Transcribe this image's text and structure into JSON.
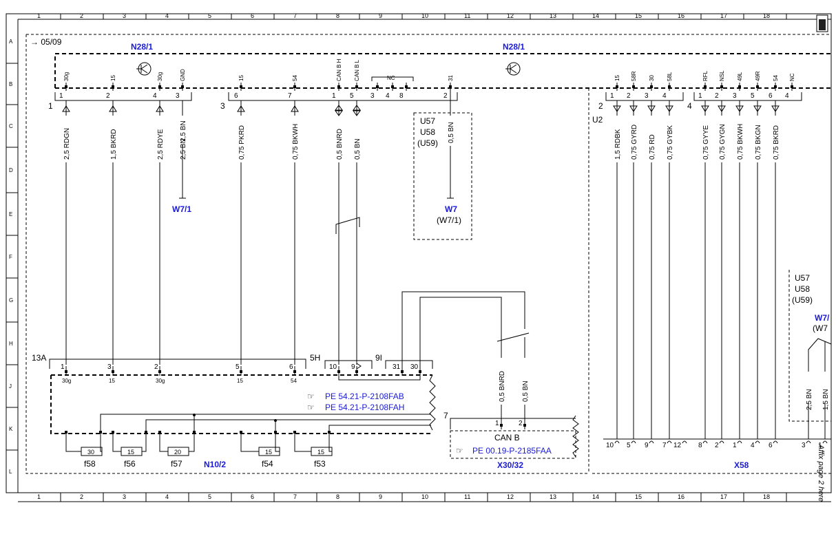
{
  "grid": {
    "columns": [
      "1",
      "2",
      "3",
      "4",
      "5",
      "6",
      "7",
      "8",
      "9",
      "10",
      "11",
      "12",
      "13",
      "14",
      "15",
      "16",
      "17",
      "18"
    ],
    "rows": [
      "A",
      "B",
      "C",
      "D",
      "E",
      "F",
      "G",
      "H",
      "J",
      "K",
      "L"
    ]
  },
  "reference": "05/09",
  "modules": {
    "left": "N28/1",
    "right": "N28/1",
    "fuse_box": "N10/2",
    "can_block": "X30/32",
    "connector_block": "X58",
    "u2": "U2"
  },
  "connectors": {
    "c1": "1",
    "c3": "3",
    "c2": "2",
    "c4": "4",
    "c13a": "13A",
    "c5h": "5H",
    "c9i": "9I",
    "c7": "7"
  },
  "variant_box_1": [
    "U57",
    "U58",
    "(U59)"
  ],
  "variant_box_2": [
    "U57",
    "U58",
    "(U59)"
  ],
  "ground_refs": {
    "left": "W7/1",
    "center_top": "W7",
    "center_bottom": "(W7/1)",
    "right_top": "W7/",
    "right_bottom": "(W7"
  },
  "pins_left": [
    {
      "num": "1",
      "label": "30g",
      "wire": "2,5 RDGN"
    },
    {
      "num": "2",
      "label": "15",
      "wire": "1,5 BKRD"
    },
    {
      "num": "4",
      "label": "30g",
      "wire": "2,5 RDYE"
    },
    {
      "num": "3",
      "label": "GND",
      "wire": "2,5 BN"
    }
  ],
  "pins_mid": [
    {
      "num": "6",
      "label": "15",
      "wire": "0,75 PKRD"
    },
    {
      "num": "7",
      "label": "54",
      "wire": "0,75 BKWH"
    },
    {
      "num": "1",
      "label": "CAN B H",
      "wire": "0,5 BNRD"
    },
    {
      "num": "5",
      "label": "CAN B L",
      "wire": "0,5 BN"
    },
    {
      "num": "3",
      "label": ""
    },
    {
      "num": "4",
      "label": ""
    },
    {
      "num": "8",
      "label": ""
    },
    {
      "num": "2",
      "label": "31",
      "wire": "0,5 BN"
    }
  ],
  "nc_label": "NC",
  "pins_right2": [
    {
      "num": "1",
      "label": "15",
      "wire": "1,5 RDBK"
    },
    {
      "num": "2",
      "label": "58R",
      "wire": "0,75 GYRD"
    },
    {
      "num": "3",
      "label": "30",
      "wire": "0,75 RD"
    },
    {
      "num": "4",
      "label": "58L",
      "wire": "0,75 GYBK"
    }
  ],
  "pins_right4": [
    {
      "num": "1",
      "label": "RFL",
      "wire": "0,75 GYYE"
    },
    {
      "num": "2",
      "label": "NSL",
      "wire": "0,75 GYGN"
    },
    {
      "num": "3",
      "label": "49L",
      "wire": "0,75 BKWH"
    },
    {
      "num": "5",
      "label": "49R",
      "wire": "0,75 BKGN"
    },
    {
      "num": "6",
      "label": "54",
      "wire": "0,75 BKRD"
    },
    {
      "num": "4",
      "label": "NC"
    }
  ],
  "fusebox_pins": [
    {
      "num": "1",
      "label": "30g"
    },
    {
      "num": "3",
      "label": "15"
    },
    {
      "num": "2",
      "label": "30g"
    },
    {
      "num": "5",
      "label": "15"
    },
    {
      "num": "6",
      "label": "54"
    },
    {
      "num": "10",
      "label": ""
    },
    {
      "num": "9",
      "label": ""
    },
    {
      "num": "31",
      "label": ""
    },
    {
      "num": "30",
      "label": ""
    }
  ],
  "fuses": [
    {
      "name": "f58",
      "rating": "30"
    },
    {
      "name": "f56",
      "rating": "15"
    },
    {
      "name": "f57",
      "rating": "20"
    },
    {
      "name": "f54",
      "rating": "15"
    },
    {
      "name": "f53",
      "rating": "15"
    }
  ],
  "can_wires": [
    "0,5 BNRD",
    "0,5 BN"
  ],
  "can_pins": [
    "1",
    "2"
  ],
  "can_label": "CAN B",
  "refs": {
    "pe1": "PE 54.21-P-2108FAB",
    "pe2": "PE 54.21-P-2108FAH",
    "pe3": "PE 00.19-P-2185FAA"
  },
  "x58_pins": [
    "10",
    "5",
    "9",
    "7",
    "12",
    "8",
    "2",
    "1",
    "4",
    "6",
    "3",
    "1"
  ],
  "right_wires": [
    "2,5 BN",
    "1,5 BN"
  ],
  "affix": "Affix page 2 here"
}
